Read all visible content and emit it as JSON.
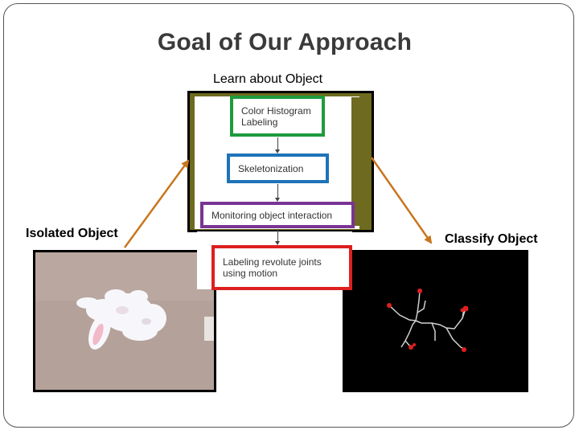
{
  "title": "Goal of Our Approach",
  "labels": {
    "learn": "Learn about Object",
    "isolated": "Isolated Object",
    "classify": "Classify Object"
  },
  "flowchart": {
    "step1": "Color Histogram Labeling",
    "step2": "Skeletonization",
    "step3": "Monitoring object interaction",
    "step4": "Labeling revolute joints using motion"
  },
  "colors": {
    "arrow": "#c8761e",
    "step1_border": "#1e9b3c",
    "step2_border": "#1e73b8",
    "step3_border": "#7a3594",
    "step4_border": "#dd1f1f"
  },
  "icons": [
    "plush-bunny-photo",
    "skeleton-graph"
  ]
}
